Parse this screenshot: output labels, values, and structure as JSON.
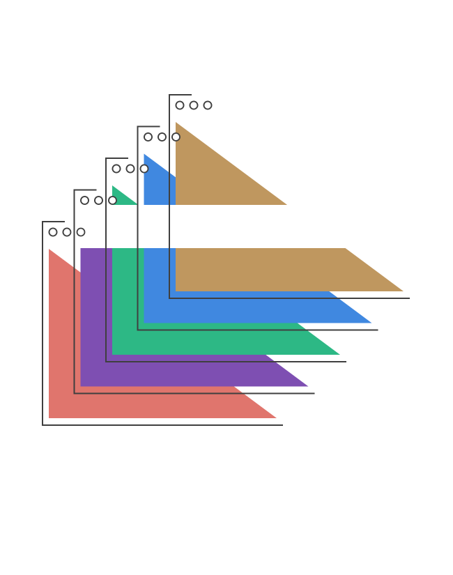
{
  "diagram": {
    "description_free": true,
    "frame_stroke": "#3f3f3f",
    "background": "#ffffff",
    "layers": [
      {
        "name": "layer-red",
        "fill": "#e0756d"
      },
      {
        "name": "layer-purple",
        "fill": "#7e4fb2"
      },
      {
        "name": "layer-green",
        "fill": "#2db885"
      },
      {
        "name": "layer-blue",
        "fill": "#4088e0"
      },
      {
        "name": "layer-tan",
        "fill": "#bf975f"
      }
    ],
    "window_control_icons": [
      "circle-icon",
      "circle-icon",
      "circle-icon"
    ]
  }
}
